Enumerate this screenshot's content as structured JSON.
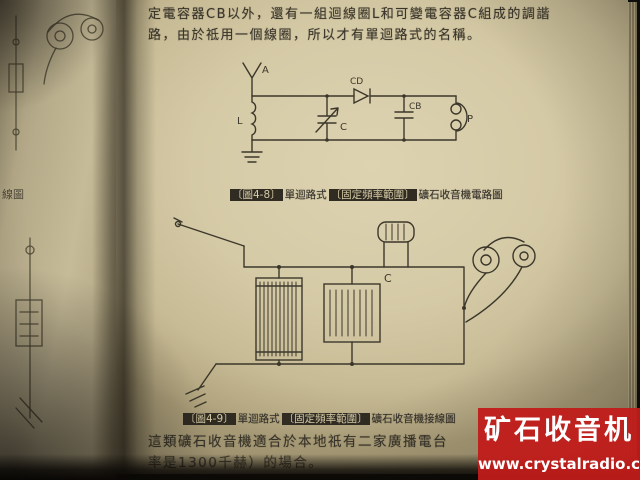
{
  "photo": {
    "left_page": {
      "fragment_label": "線圖"
    },
    "page": {
      "paragraph_top": {
        "line1": "定電容器CB以外，還有一組迴線圈L和可變電容器C組成的調諧",
        "line2": "路，由於祗用一個線圈，所以才有單迴路式的名稱。"
      },
      "fig48": {
        "caption_no": "〔圖4-8〕",
        "caption_mid": "單迴路式",
        "caption_inv": "〔固定頻率範圍〕",
        "caption_tail": "礦石收音機電路圖",
        "labels": {
          "antenna": "A",
          "coil": "L",
          "tuning_cap": "C",
          "detector": "CD",
          "blocking_cap": "CB",
          "phones": "P"
        }
      },
      "fig49": {
        "caption_no": "〔圖4-9〕",
        "caption_mid": "單迴路式",
        "caption_inv": "〔固定頻率範圍〕",
        "caption_tail": "礦石收音機接線圖",
        "labels": {
          "tuning_cap": "C"
        }
      },
      "paragraph_bottom": {
        "line1": "這類礦石收音機適合於本地祇有二家廣播電台",
        "line2": "率是1300千赫）的場合。"
      }
    },
    "watermark": {
      "title": "矿石收音机",
      "url": "www.crystalradio.cn",
      "bg_color": "#c11c1a"
    }
  }
}
